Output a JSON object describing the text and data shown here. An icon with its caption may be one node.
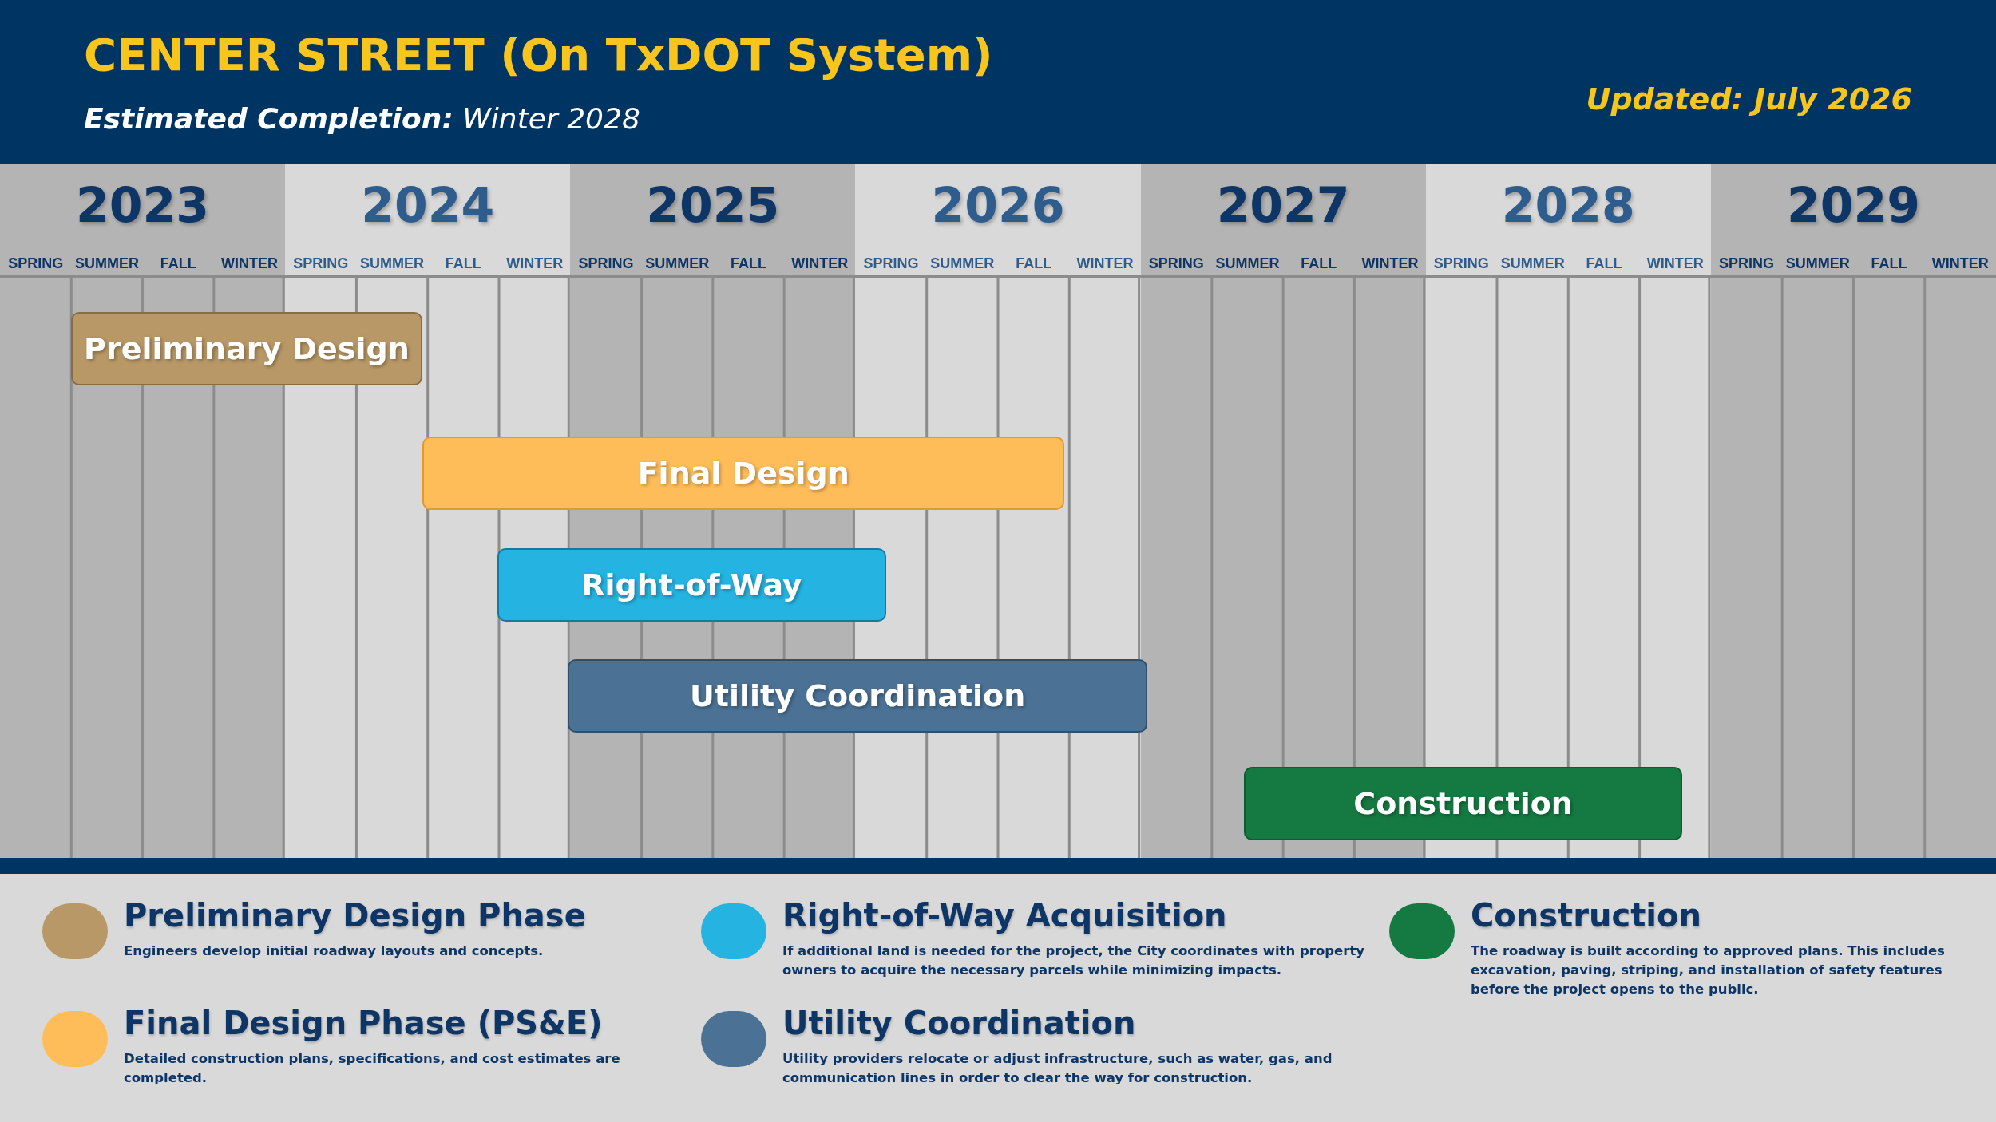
{
  "diagram": {
    "title": "CENTER STREET (On TxDOT System)",
    "nodes": [
      {
        "text": [
          "Preliminary Design"
        ]
      },
      {
        "text": [
          "Final Design"
        ]
      },
      {
        "text": [
          "Right-of-Way"
        ]
      },
      {
        "text": [
          "Utility Coordination"
        ]
      },
      {
        "text": [
          "Construction"
        ]
      }
    ],
    "labels": [
      "**Estimated Completion:** Winter 2028",
      "Updated: July 2026",
      "2023",
      "2024",
      "2025",
      "2026",
      "2027",
      "2028",
      "2029",
      "SPRING",
      "SUMMER",
      "FALL",
      "WINTER",
      "SPRING",
      "SUMMER",
      "FALL",
      "WINTER",
      "SPRING",
      "SUMMER",
      "FALL",
      "WINTER",
      "SPRING",
      "SUMMER",
      "FALL",
      "WINTER",
      "SPRING",
      "SUMMER",
      "FALL",
      "WINTER",
      "SPRING",
      "SUMMER",
      "FALL",
      "WINTER",
      "SPRING",
      "SUMMER",
      "FALL",
      "WINTER",
      "Engineers develop initial roadway layouts and concepts.",
      "If additional land is needed for the project, the City coordinates with property owners to acquire the necessary parcels while minimizing impacts.",
      "The roadway is built according to approved plans. This includes excavation, paving, striping, and installation of safety features before the project opens to the public.",
      "Detailed construction plans, specifications, and cost estimates are completed.",
      "Utility providers relocate or adjust infrastructure, such as water, gas, and communication lines in order to clear the way for construction."
    ],
    "legend": [
      {
        "text": "Preliminary Design Phase",
        "color": "#b89866"
      },
      {
        "text": "Right-of-Way Acquisition",
        "color": "#25b4e2"
      },
      {
        "text": "Construction",
        "color": "#157a42"
      },
      {
        "text": "Final Design Phase (PS&E)",
        "color": "#ffbd59"
      },
      {
        "text": "Utility Coordination",
        "color": "#4b7295"
      }
    ]
  }
}
